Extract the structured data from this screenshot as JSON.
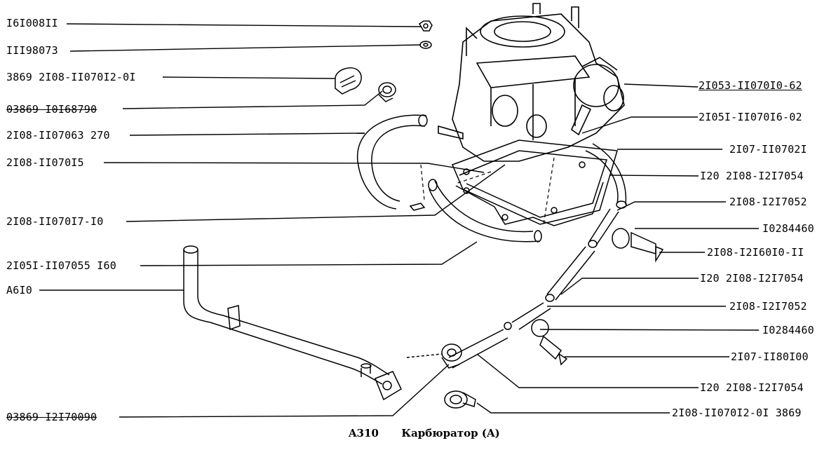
{
  "diagram": {
    "labels_left": [
      "I6I008II",
      "III98073",
      "3869 2I08-II070I2-0I",
      "03869 I0I68790",
      "2I08-II07063 270",
      "2I08-II070I5",
      "2I08-II070I7-I0",
      "2I05I-II07055 I60",
      "A6I0",
      "03869 I2I70090"
    ],
    "labels_right": [
      "2I053-II070I0-62",
      "2I05I-II070I6-02",
      "2I07-II0702I",
      "I20 2I08-I2I7054",
      "2I08-I2I7052",
      "I0284460",
      "2I08-I2I60I0-II",
      "I20 2I08-I2I7054",
      "2I08-I2I7052",
      "I0284460",
      "2I07-II80I00",
      "I20 2I08-I2I7054",
      "2I08-II070I2-0I 3869"
    ],
    "caption_code": "A310",
    "caption_title": "Карбюратор (A)"
  }
}
